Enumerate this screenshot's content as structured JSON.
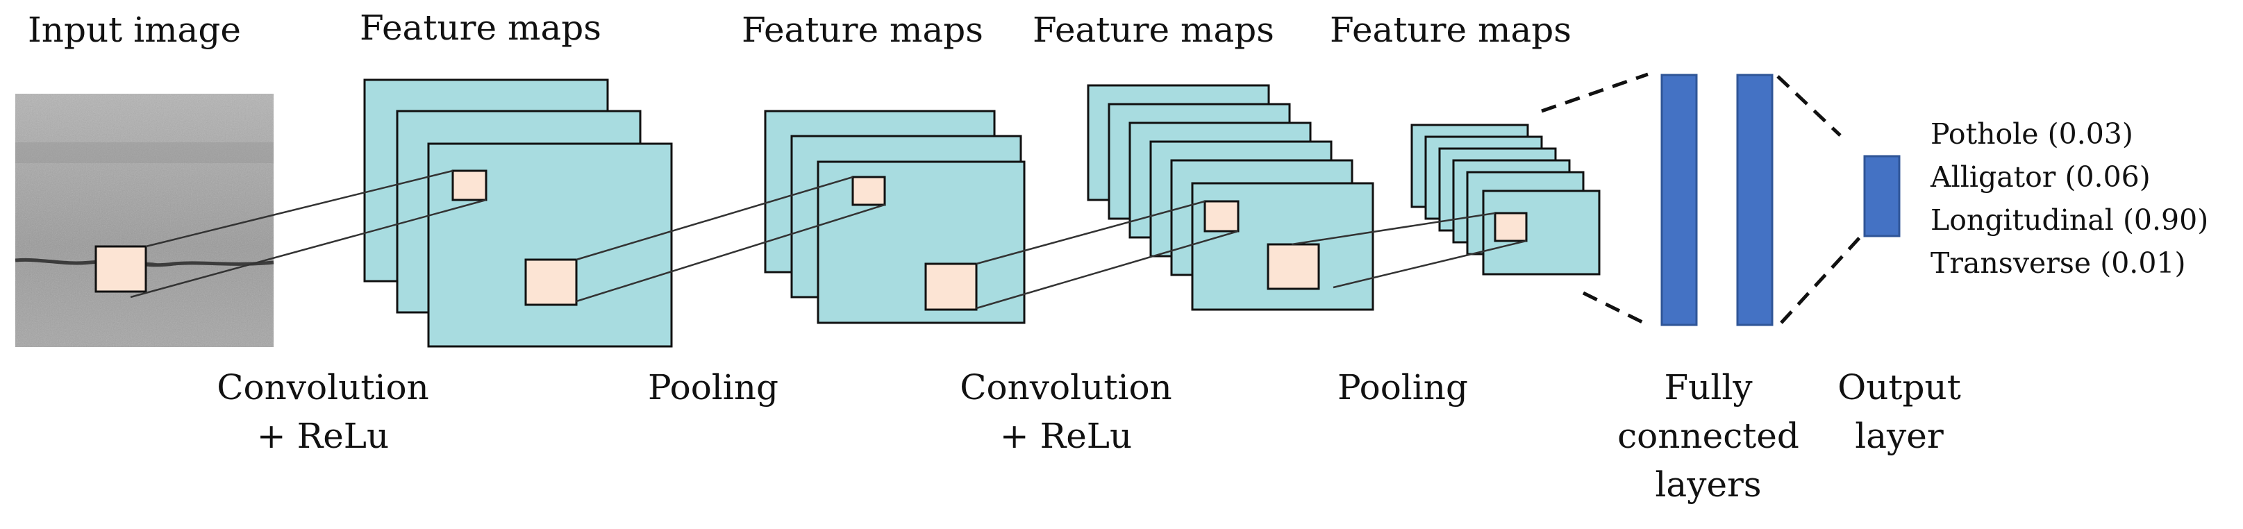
{
  "headers": {
    "input": "Input image",
    "fm1": "Feature maps",
    "fm2": "Feature maps",
    "fm3": "Feature maps",
    "fm4": "Feature maps"
  },
  "stages": {
    "conv1_l1": "Convolution",
    "conv1_l2": "+ ReLu",
    "pool1": "Pooling",
    "conv2_l1": "Convolution",
    "conv2_l2": "+ ReLu",
    "pool2": "Pooling",
    "fc_l1": "Fully",
    "fc_l2": "connected",
    "fc_l3": "layers",
    "out_l1": "Output",
    "out_l2": "layer"
  },
  "classes": [
    {
      "name": "Pothole",
      "prob": "(0.03)"
    },
    {
      "name": "Alligator",
      "prob": "(0.06)"
    },
    {
      "name": "Longitudinal",
      "prob": "(0.90)"
    },
    {
      "name": "Transverse",
      "prob": "(0.01)"
    }
  ],
  "colors": {
    "feature_map_fill": "#A8DCE0",
    "kernel_fill": "#FCE4D4",
    "dense_fill": "#4472C4",
    "dense_stroke": "#2F5597",
    "outline": "#111111"
  }
}
